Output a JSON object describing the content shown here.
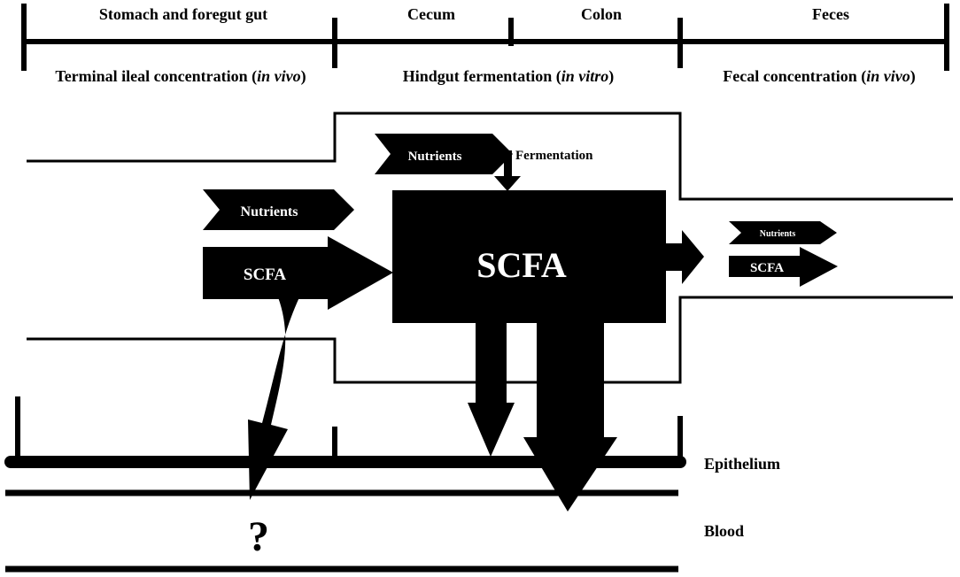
{
  "segments": {
    "top": [
      "Stomach and foregut gut",
      "Cecum",
      "Colon",
      "Feces"
    ],
    "sub": [
      {
        "text": "Terminal ileal concentration (",
        "italic": "in vivo",
        "close": ")"
      },
      {
        "text": "Hindgut fermentation (",
        "italic": "in vitro",
        "close": ")"
      },
      {
        "text": "Fecal concentration (",
        "italic": "in vivo",
        "close": ")"
      }
    ]
  },
  "flow": {
    "nutrients_left": "Nutrients",
    "scfa_left": "SCFA",
    "nutrients_top": "Nutrients",
    "fermentation": "Fermentation",
    "scfa_center": "SCFA",
    "nutrients_right": "Nutrients",
    "scfa_right": "SCFA",
    "unknown": "?"
  },
  "layers": {
    "epithelium": "Epithelium",
    "blood": "Blood"
  }
}
